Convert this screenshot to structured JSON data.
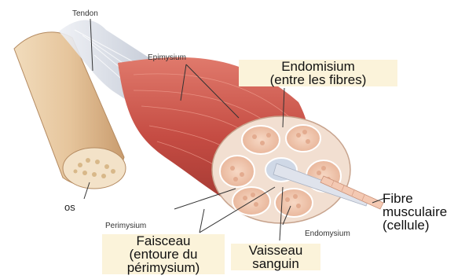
{
  "labels": {
    "tendon": "Tendon",
    "epimysium": "Epimysium",
    "endomisium_title": "Endomisium",
    "endomisium_sub": "(entre les fibres)",
    "os": "os",
    "perimysium": "Perimysium",
    "endomysium_small": "Endomysium",
    "fibre_line1": "Fibre",
    "fibre_line2": "musculaire",
    "fibre_line3": "(cellule)",
    "faisceau_line1": "Faisceau",
    "faisceau_line2": "(entoure du",
    "faisceau_line3": "périmysium)",
    "vaisseau_line1": "Vaisseau",
    "vaisseau_line2": "sanguin"
  },
  "colors": {
    "bone": "#e8c9a0",
    "muscle": "#c8524a",
    "tendon": "#d9dde6",
    "label_box": "#fbf3da"
  }
}
